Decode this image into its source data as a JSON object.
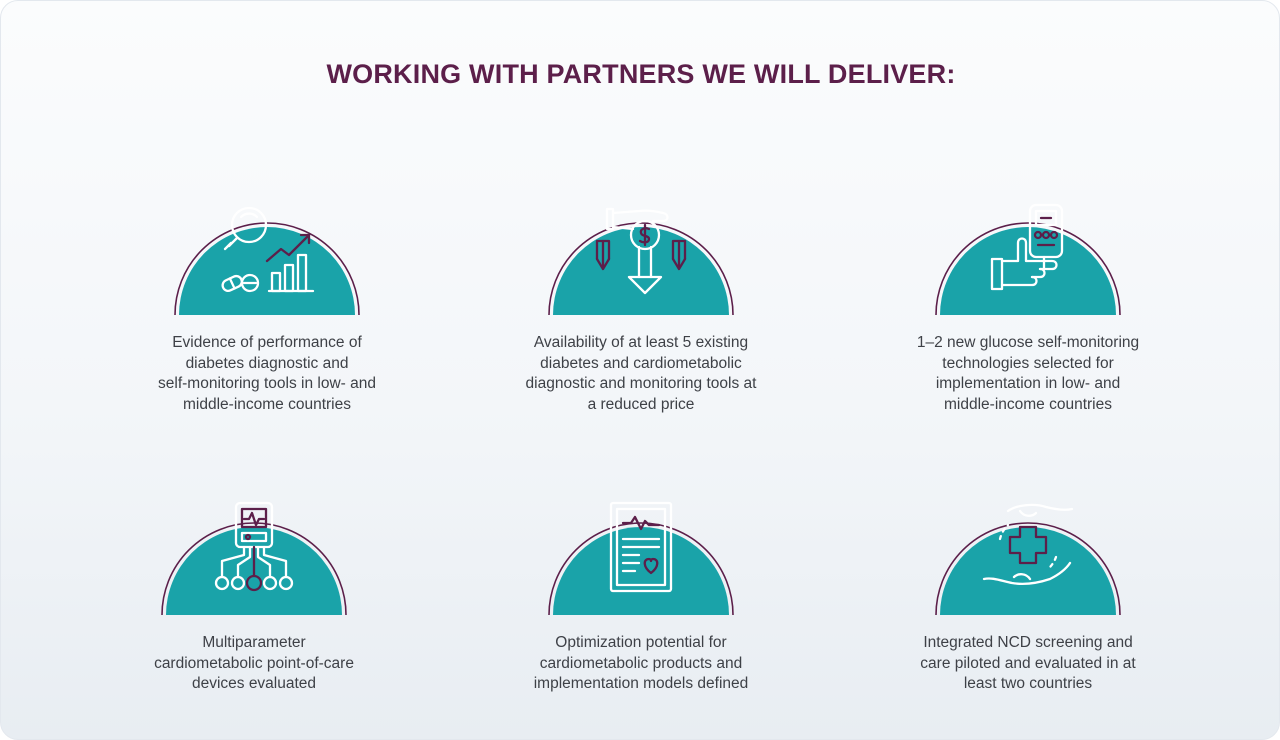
{
  "page": {
    "headline": "WORKING WITH PARTNERS WE WILL DELIVER:"
  },
  "colors": {
    "headline": "#5c1f4a",
    "circle_fill": "#1aa3a9",
    "ring_stroke": "#5c1f4a",
    "icon_line": "#ffffff",
    "icon_accent": "#5c1f4a",
    "caption_text": "#3e4147"
  },
  "deliverables": [
    {
      "icon": "magnifier-chart-pills-icon",
      "text": "Evidence of performance of diabetes diagnostic and self-monitoring tools in low- and middle-income countries",
      "lines": [
        "Evidence of performance of",
        "diabetes diagnostic and",
        "self-monitoring tools in low- and",
        "middle-income countries"
      ]
    },
    {
      "icon": "hand-coin-price-down-icon",
      "text": "Availability of at least 5 existing diabetes and cardiometabolic diagnostic and monitoring tools at a reduced price",
      "lines": [
        "Availability of at least 5 existing",
        "diabetes and cardiometabolic",
        "diagnostic and monitoring tools at",
        "a reduced price"
      ]
    },
    {
      "icon": "hand-glucometer-icon",
      "text": "1–2 new glucose self-monitoring technologies selected for implementation in low- and middle-income countries",
      "lines": [
        "1–2 new glucose self-monitoring",
        "technologies selected for",
        "implementation in low- and",
        "middle-income countries"
      ]
    },
    {
      "icon": "multiparameter-device-icon",
      "text": "Multiparameter cardiometabolic point-of-care devices evaluated",
      "lines": [
        "Multiparameter",
        "cardiometabolic point-of-care",
        "devices evaluated"
      ]
    },
    {
      "icon": "clipboard-heart-icon",
      "text": "Optimization potential for cardiometabolic products and implementation models defined",
      "lines": [
        "Optimization potential for",
        "cardiometabolic products and",
        "implementation models defined"
      ]
    },
    {
      "icon": "hands-medical-cross-icon",
      "text": "Integrated NCD screening and care piloted and evaluated in at least two countries",
      "lines": [
        "Integrated NCD screening and",
        "care piloted and evaluated in at",
        "least two countries"
      ]
    }
  ]
}
